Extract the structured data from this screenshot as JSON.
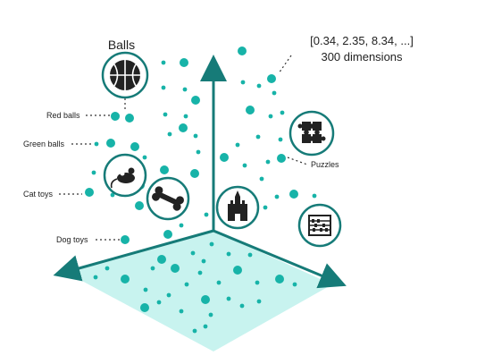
{
  "title": "Balls",
  "vector": {
    "values": "[0.34, 2.35, 8.34, ...]",
    "dimensions": "300 dimensions"
  },
  "labels": {
    "red_balls": "Red balls",
    "green_balls": "Green balls",
    "cat_toys": "Cat toys",
    "dog_toys": "Dog toys",
    "puzzles": "Puzzles"
  },
  "icons": [
    "basketball-icon",
    "mouse-toy-icon",
    "bone-icon",
    "castle-icon",
    "puzzle-icon",
    "abacus-icon"
  ],
  "colors": {
    "accent": "#17b3a8",
    "axis": "#167b78",
    "plane": "#c8f3ef",
    "text": "#222222"
  }
}
